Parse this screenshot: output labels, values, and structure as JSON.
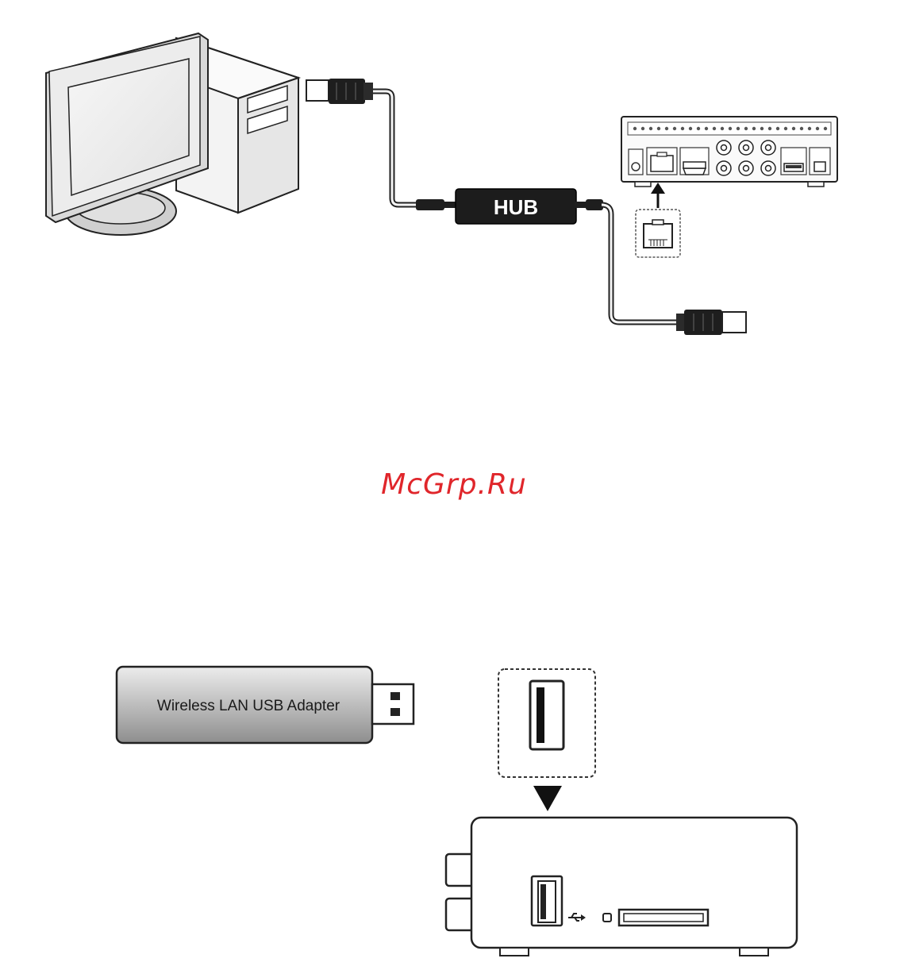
{
  "network_diagram": {
    "hub_label": "HUB"
  },
  "watermark": {
    "text": "McGrp.Ru"
  },
  "wireless_diagram": {
    "adapter_label": "Wireless LAN USB Adapter"
  },
  "colors": {
    "line": "#222222",
    "hub_fill": "#1c1c1c",
    "monitor_gray": "#e4e4e4",
    "adapter_gray": "#b8b8b8",
    "watermark_red": "#e0262b"
  }
}
